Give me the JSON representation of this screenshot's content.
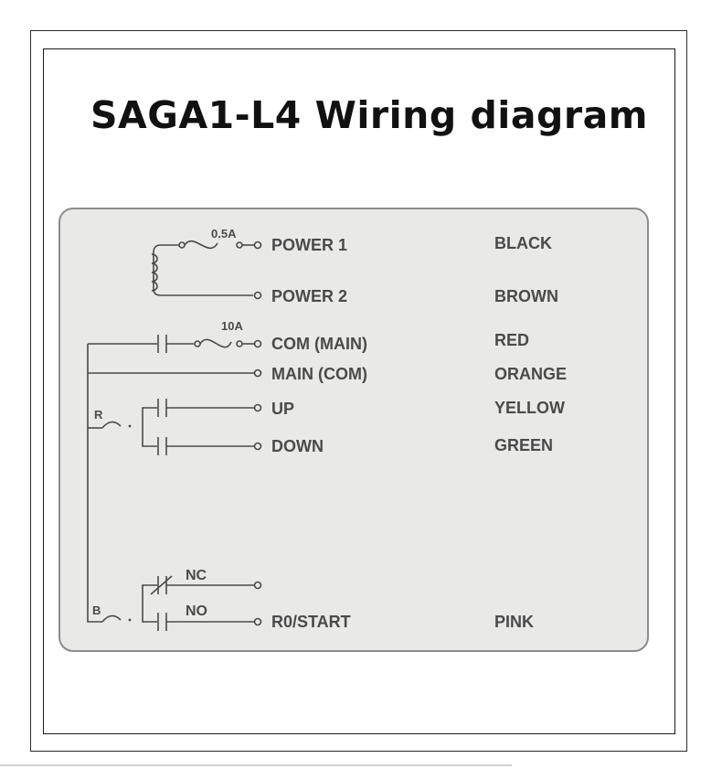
{
  "title": "SAGA1-L4 Wiring diagram",
  "fuse_labels": {
    "coil_fuse": "0.5A",
    "main_fuse": "10A"
  },
  "relay_labels": {
    "r": "R",
    "b": "B"
  },
  "contact_labels": {
    "nc": "NC",
    "no": "NO"
  },
  "terminals": [
    {
      "name": "POWER 1",
      "color": "BLACK"
    },
    {
      "name": "POWER 2",
      "color": "BROWN"
    },
    {
      "name": "COM (MAIN)",
      "color": "RED"
    },
    {
      "name": "MAIN (COM)",
      "color": "ORANGE"
    },
    {
      "name": "UP",
      "color": "YELLOW"
    },
    {
      "name": "DOWN",
      "color": "GREEN"
    },
    {
      "name": "R0/START",
      "color": "PINK"
    }
  ]
}
